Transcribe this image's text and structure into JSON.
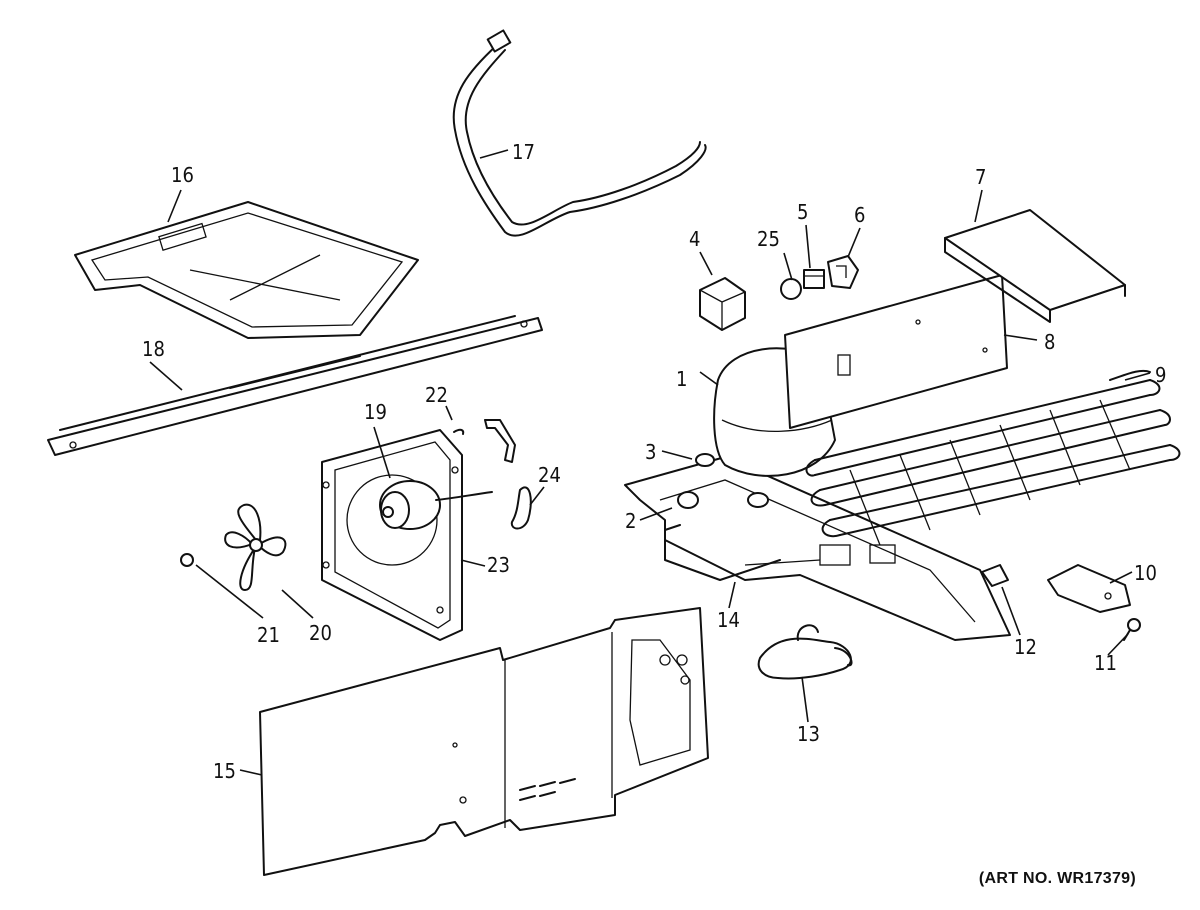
{
  "art_number": "(ART NO. WR17379)",
  "part_labels": {
    "p1": "1",
    "p2": "2",
    "p3": "3",
    "p4": "4",
    "p5": "5",
    "p6": "6",
    "p7": "7",
    "p8": "8",
    "p9": "9",
    "p10": "10",
    "p11": "11",
    "p12": "12",
    "p13": "13",
    "p14": "14",
    "p15": "15",
    "p16": "16",
    "p17": "17",
    "p18": "18",
    "p19": "19",
    "p20": "20",
    "p21": "21",
    "p22": "22",
    "p23": "23",
    "p24": "24",
    "p25": "25"
  },
  "colors": {
    "ink": "#111111",
    "paper": "#ffffff"
  }
}
